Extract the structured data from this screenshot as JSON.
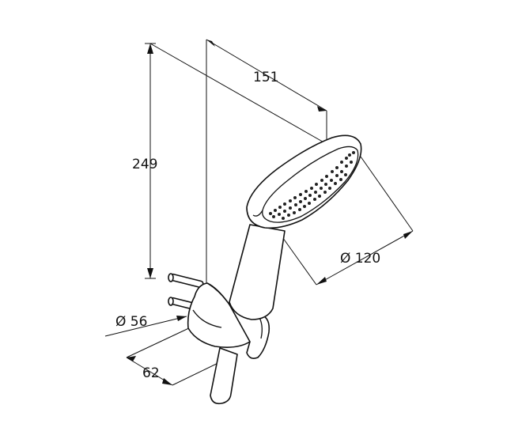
{
  "dimensions": {
    "height": "249",
    "reach": "151",
    "head_diameter": "Ø 120",
    "bracket_diameter": "Ø 56",
    "bracket_depth": "62"
  }
}
